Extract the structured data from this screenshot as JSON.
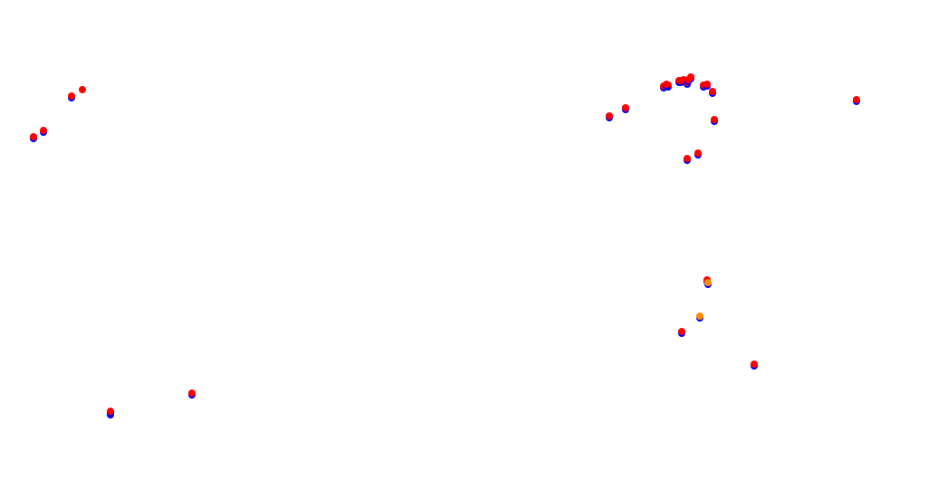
{
  "colors": {
    "background": "#ffffff",
    "marker_blue": "#0000ff",
    "marker_red": "#ff0000",
    "marker_orange": "#ff8c00"
  },
  "markers": [
    {
      "id": "m1",
      "type": "pair",
      "front": "red"
    },
    {
      "id": "m2",
      "type": "pair",
      "front": "red"
    },
    {
      "id": "m3",
      "type": "pair",
      "front": "red"
    },
    {
      "id": "m4",
      "type": "single",
      "front": "red"
    },
    {
      "id": "m5",
      "type": "pair",
      "front": "red"
    },
    {
      "id": "m6",
      "type": "pair",
      "front": "red"
    },
    {
      "id": "m7",
      "type": "pair",
      "front": "red"
    },
    {
      "id": "m8",
      "type": "pair",
      "front": "red"
    },
    {
      "id": "m9",
      "type": "pair",
      "front": "red"
    },
    {
      "id": "m10",
      "type": "pair",
      "front": "red"
    },
    {
      "id": "m11",
      "type": "pair",
      "front": "red"
    },
    {
      "id": "m12",
      "type": "pair",
      "front": "red"
    },
    {
      "id": "m13",
      "type": "pair",
      "front": "red"
    },
    {
      "id": "m14",
      "type": "pair",
      "front": "red"
    },
    {
      "id": "m15",
      "type": "pair",
      "front": "red"
    },
    {
      "id": "m16",
      "type": "pair",
      "front": "red"
    },
    {
      "id": "m17",
      "type": "pair",
      "front": "red"
    },
    {
      "id": "m18",
      "type": "pair",
      "front": "red"
    },
    {
      "id": "m19",
      "type": "pair",
      "front": "red"
    },
    {
      "id": "m20",
      "type": "pair",
      "front": "red"
    },
    {
      "id": "m21",
      "type": "pair",
      "front": "red"
    },
    {
      "id": "m22",
      "type": "pair",
      "front": "orange"
    },
    {
      "id": "m23",
      "type": "pair",
      "front": "red"
    },
    {
      "id": "m24",
      "type": "pair",
      "front": "red"
    },
    {
      "id": "m25",
      "type": "pair",
      "front": "orange"
    },
    {
      "id": "m26",
      "type": "pair",
      "front": "red"
    },
    {
      "id": "m27",
      "type": "pair",
      "front": "red"
    },
    {
      "id": "m28",
      "type": "pair",
      "front": "red"
    },
    {
      "id": "m29",
      "type": "pair",
      "front": "red"
    },
    {
      "id": "m30",
      "type": "pair",
      "front": "red"
    }
  ]
}
